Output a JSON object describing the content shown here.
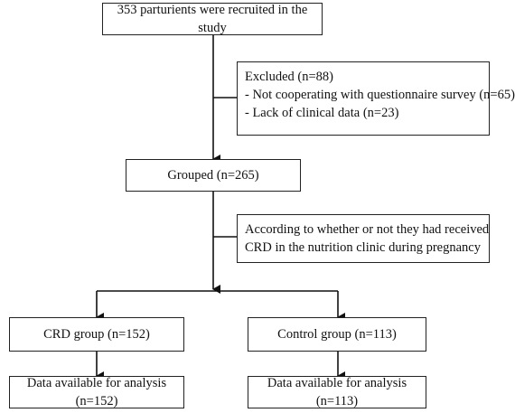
{
  "flowchart": {
    "recruited": "353 parturients were recruited in the study",
    "excluded": {
      "title": "Excluded (n=88)",
      "items": [
        "- Not cooperating with questionnaire survey (n=65)",
        "- Lack of clinical data (n=23)"
      ]
    },
    "grouped": "Grouped (n=265)",
    "criterion": {
      "line1": "According to whether or not they had received",
      "line2": "CRD in the nutrition clinic during pregnancy"
    },
    "crd_group": "CRD group (n=152)",
    "control_group": "Control group (n=113)",
    "crd_analysis": "Data available for analysis (n=152)",
    "control_analysis": "Data available for analysis (n=113)"
  }
}
